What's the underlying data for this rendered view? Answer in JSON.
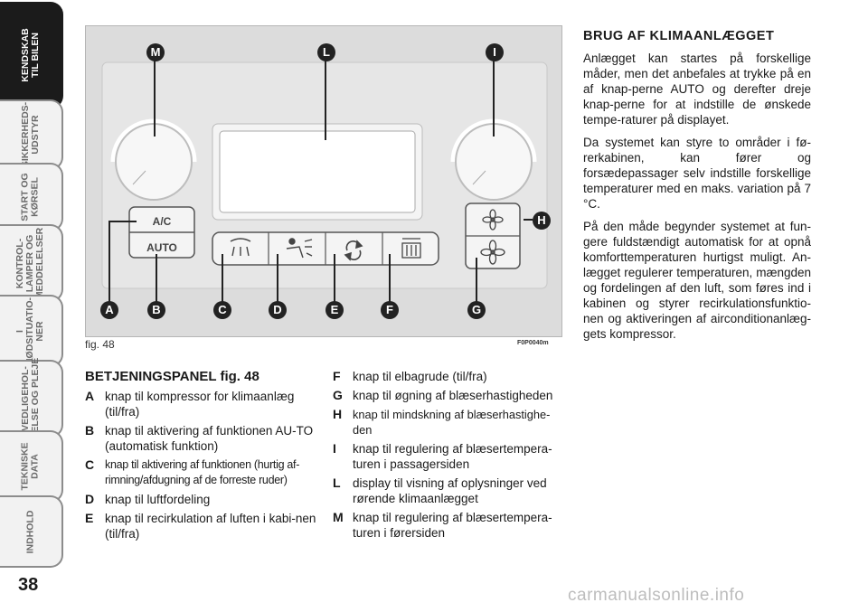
{
  "sidebar": {
    "tabs": [
      {
        "label": "KENDSKAB\nTIL BILEN"
      },
      {
        "label": "SIKKERHEDS-\nUDSTYR"
      },
      {
        "label": "START OG\nKØRSEL"
      },
      {
        "label": "KONTROL-\nLAMPER OG\nMEDDELELSER"
      },
      {
        "label": "I\nNØDSITUATIO-\nNER"
      },
      {
        "label": "VEDLIGEHOL-\nDELSE OG PLEJE"
      },
      {
        "label": "TEKNISKE\nDATA"
      },
      {
        "label": "INDHOLD"
      }
    ],
    "active_tab": 0
  },
  "page_number": "38",
  "figure": {
    "caption": "fig. 48",
    "code": "F0P0040m",
    "button_ac": "A/C",
    "button_auto": "AUTO",
    "callouts": [
      "M",
      "L",
      "I",
      "H",
      "A",
      "B",
      "C",
      "D",
      "E",
      "F",
      "G"
    ]
  },
  "panel": {
    "heading": "BETJENINGSPANEL fig. 48",
    "items_left": [
      {
        "key": "A",
        "text": "knap til kompressor for klimaanlæg (til/fra)"
      },
      {
        "key": "B",
        "text": "knap til aktivering af funktionen AU-TO (automatisk funktion)"
      },
      {
        "key": "C",
        "text": "knap til aktivering af funktionen (hurtig af-rimning/afdugning af de forreste ruder)"
      },
      {
        "key": "D",
        "text": "knap til luftfordeling"
      },
      {
        "key": "E",
        "text": "knap til recirkulation af luften i kabi-nen (til/fra)"
      }
    ],
    "items_right": [
      {
        "key": "F",
        "text": "knap til elbagrude (til/fra)"
      },
      {
        "key": "G",
        "text": "knap til øgning af blæserhastigheden"
      },
      {
        "key": "H",
        "text": "knap til mindskning af blæserhastighe-den"
      },
      {
        "key": "I",
        "text": "knap til regulering af blæsertempera-turen i passagersiden"
      },
      {
        "key": "L",
        "text": "display til visning af oplysninger ved rørende klimaanlægget"
      },
      {
        "key": "M",
        "text": "knap til regulering af blæsertempera-turen i førersiden"
      }
    ]
  },
  "article": {
    "title": "BRUG AF KLIMAANLÆGGET",
    "paragraphs": [
      "Anlægget kan startes på forskellige måder, men det anbefales at trykke på en af knap-perne AUTO og derefter dreje knap-perne for at indstille de ønskede tempe-raturer på displayet.",
      "Da systemet kan styre to områder i fø-rerkabinen, kan fører og forsædepassager selv indstille forskellige temperaturer med en maks. variation på 7 °C.",
      "På den måde begynder systemet at fun-gere fuldstændigt automatisk for at opnå komforttemperaturen hurtigst muligt. An-lægget regulerer temperaturen, mængden og fordelingen af den luft, som føres ind i kabinen og styrer recirkulationsfunktio-nen og aktiveringen af airconditionanlæg-gets kompressor."
    ]
  },
  "watermark": "carmanualsonline.info"
}
